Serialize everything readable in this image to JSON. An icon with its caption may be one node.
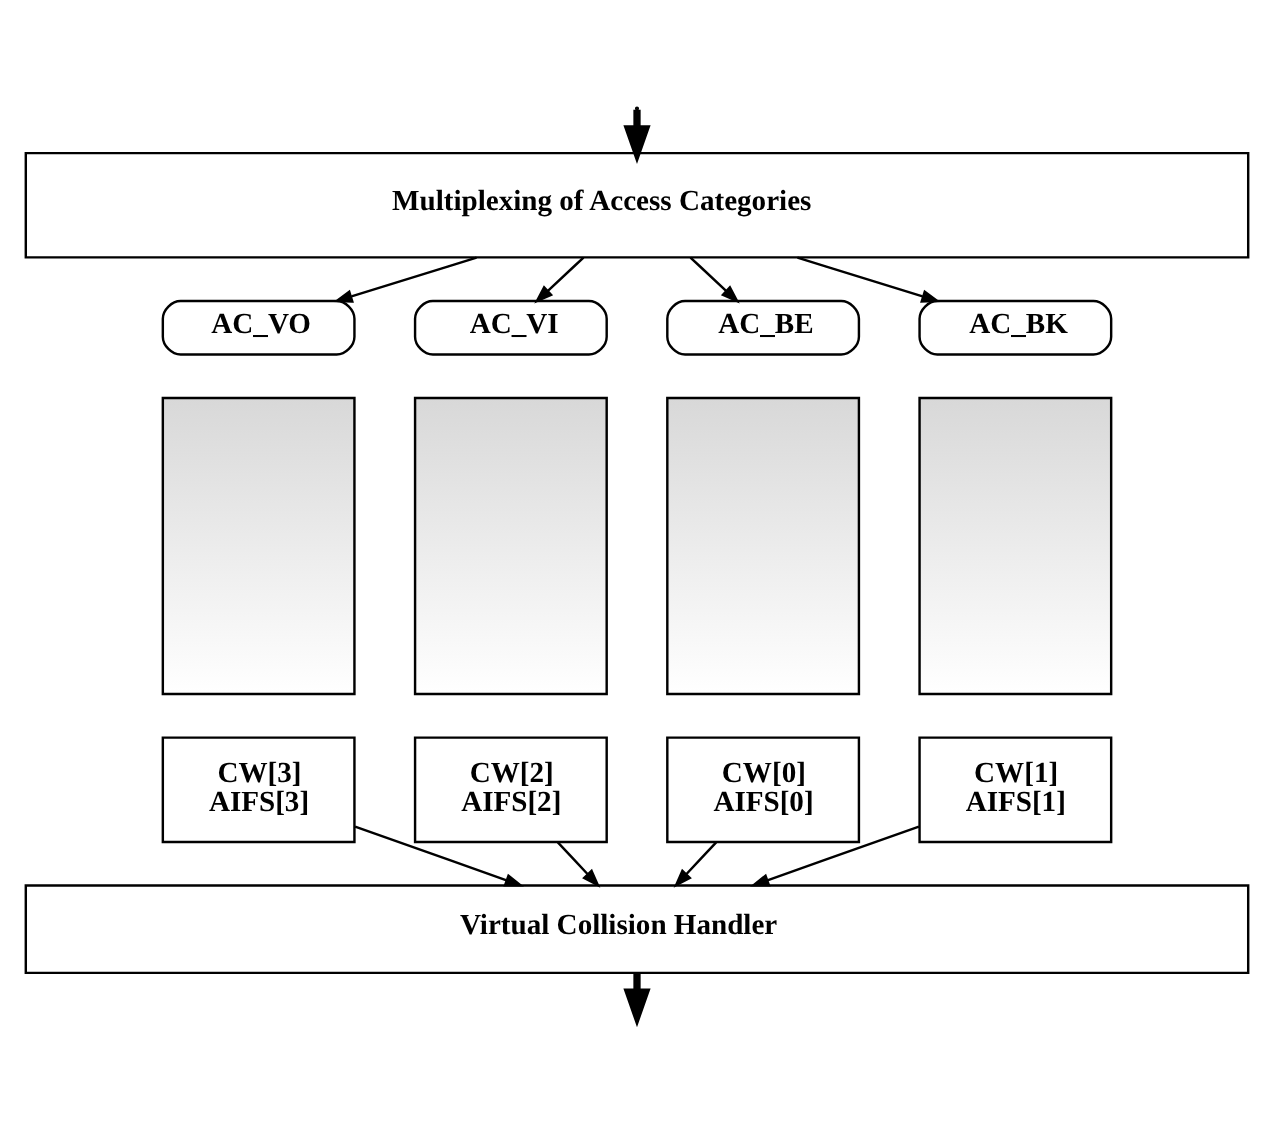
{
  "diagram": {
    "nodes": [
      {
        "text": [
          "Multiplexing of Access Categories"
        ]
      },
      {
        "text": [
          "AC_VO"
        ]
      },
      {
        "text": [
          "AC_VI"
        ]
      },
      {
        "text": [
          "AC_BE"
        ]
      },
      {
        "text": [
          "AC_BK"
        ]
      },
      {
        "text": [],
        "shape": "box"
      },
      {
        "text": [],
        "shape": "box"
      },
      {
        "text": [],
        "shape": "box"
      },
      {
        "text": [],
        "shape": "box"
      },
      {
        "text": [
          "CW[3]",
          "AIFS[3]"
        ]
      },
      {
        "text": [
          "CW[2]",
          "AIFS[2]"
        ]
      },
      {
        "text": [
          "CW[0]",
          "AIFS[0]"
        ]
      },
      {
        "text": [
          "CW[1]",
          "AIFS[1]"
        ]
      },
      {
        "text": [
          "Virtual Collision Handler"
        ]
      }
    ],
    "edges": [
      {
        "from": null,
        "to": 0,
        "arrow": "to",
        "style": "thick"
      },
      {
        "from": 0,
        "to": 1,
        "arrow": "to"
      },
      {
        "from": 0,
        "to": 2,
        "arrow": "to"
      },
      {
        "from": 0,
        "to": 3,
        "arrow": "to"
      },
      {
        "from": 0,
        "to": 4,
        "arrow": "to"
      },
      {
        "from": 9,
        "to": 13,
        "arrow": "to"
      },
      {
        "from": 10,
        "to": 13,
        "arrow": "to"
      },
      {
        "from": 11,
        "to": 13,
        "arrow": "to"
      },
      {
        "from": 12,
        "to": 13,
        "arrow": "to"
      },
      {
        "from": 13,
        "to": null,
        "arrow": "to",
        "style": "thick"
      }
    ]
  }
}
